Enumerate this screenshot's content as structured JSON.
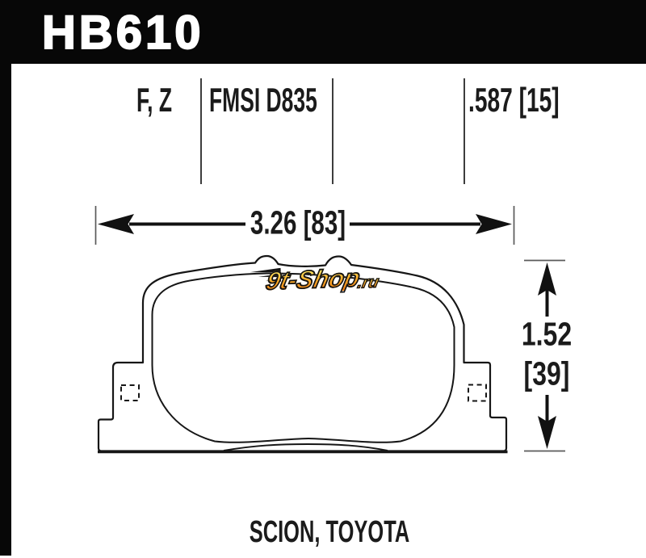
{
  "header": {
    "part_number": "HB610"
  },
  "spec_row": {
    "compounds": "F, Z",
    "fmsi": "FMSI D835",
    "pad_thickness": ".587 [15]"
  },
  "dimensions": {
    "width": "3.26 [83]",
    "height_inches": "1.52",
    "height_mm": "[39]"
  },
  "watermark": {
    "brand": "9t-Shop",
    "domain": ".ru"
  },
  "footer": {
    "applications": "SCION, TOYOTA"
  },
  "colors": {
    "bar": "#070707",
    "ink": "#1b1b1b",
    "dim_gray": "#5a5a5a",
    "watermark_orange": "#f07f12",
    "watermark_yellow": "#fff06a"
  }
}
